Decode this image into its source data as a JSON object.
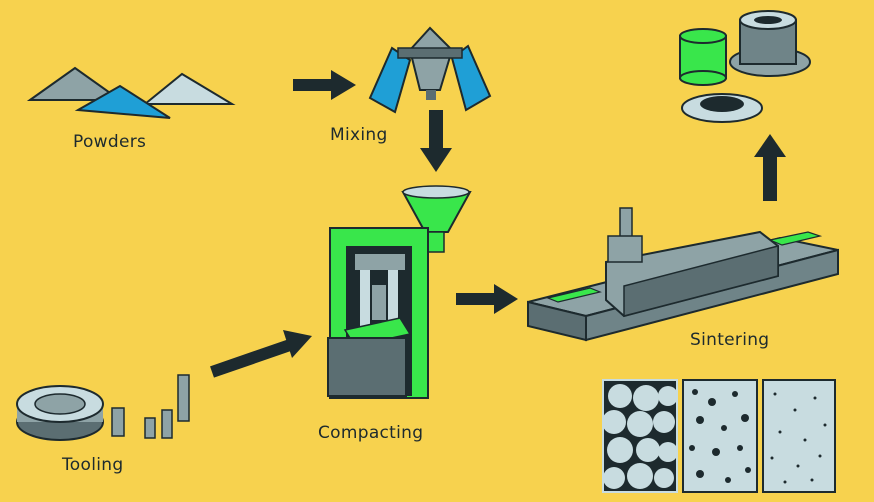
{
  "labels": {
    "powders": "Powders",
    "mixing": "Mixing",
    "compacting": "Compacting",
    "sintering": "Sintering",
    "tooling": "Tooling"
  },
  "colors": {
    "background": "#f7d24e",
    "dark": "#1d2a2e",
    "green": "#39e64b",
    "steel": "#8ea3a6",
    "blue": "#1f9fd6",
    "light": "#c8dce0"
  }
}
